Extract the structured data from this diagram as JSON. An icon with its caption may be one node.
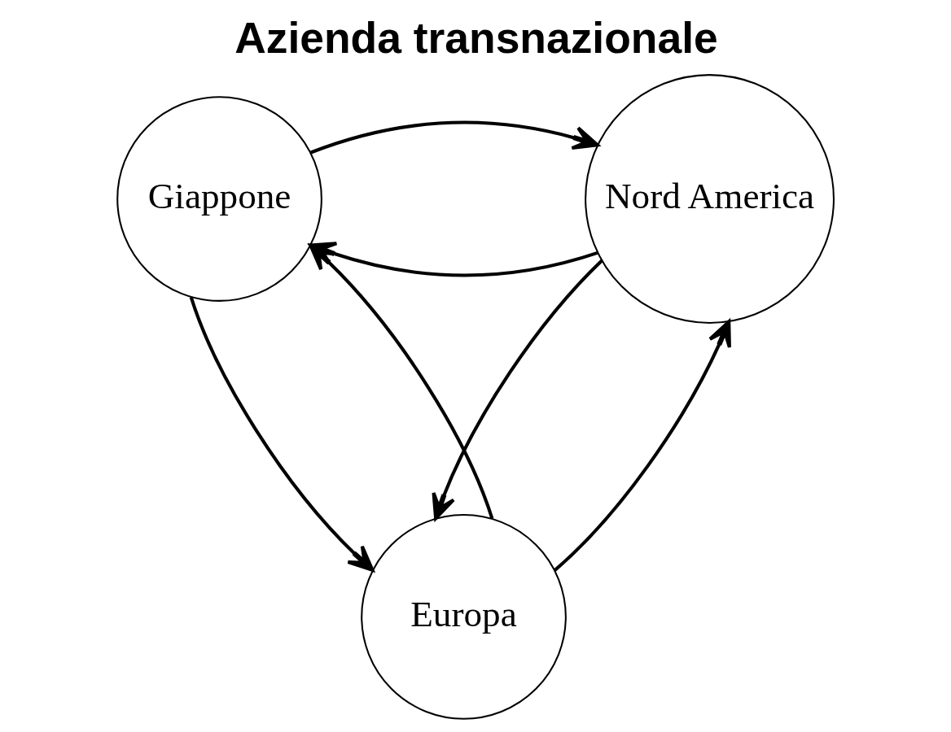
{
  "diagram": {
    "title": "Azienda transnazionale",
    "nodes": [
      {
        "text": [
          "Giappone"
        ]
      },
      {
        "text": [
          "Nord America"
        ]
      },
      {
        "text": [
          "Europa"
        ]
      }
    ],
    "edges": [
      {
        "from": 1,
        "to": 0,
        "arrow": "to"
      },
      {
        "from": 0,
        "to": 1,
        "arrow": "to"
      },
      {
        "from": 0,
        "to": 2,
        "arrow": "to"
      },
      {
        "from": 2,
        "to": 0,
        "arrow": "to"
      },
      {
        "from": 1,
        "to": 2,
        "arrow": "to"
      },
      {
        "from": 2,
        "to": 1,
        "arrow": "to"
      }
    ]
  }
}
